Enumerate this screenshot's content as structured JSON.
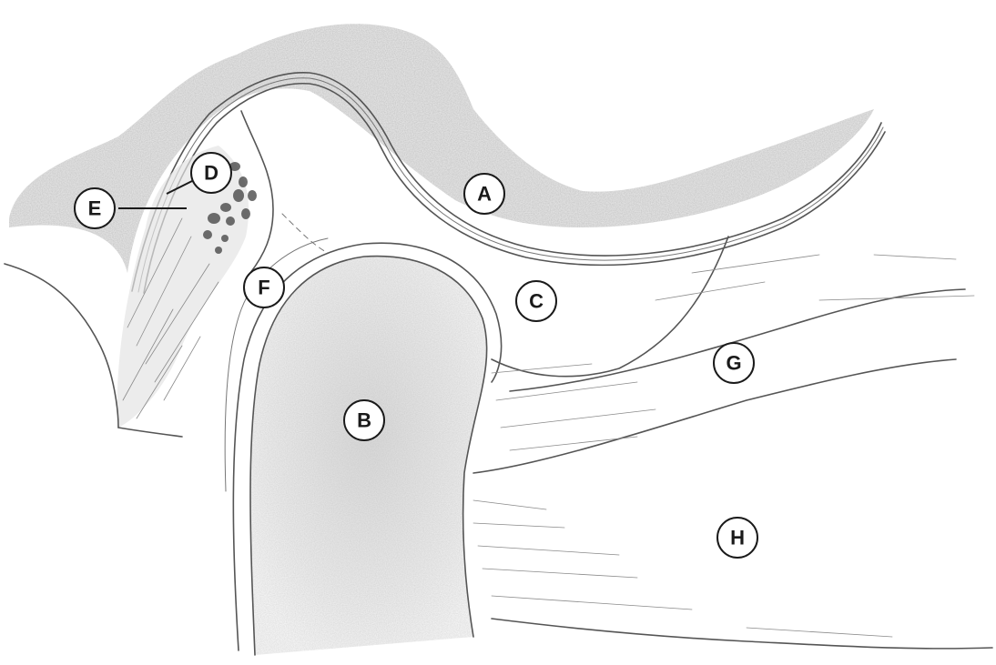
{
  "labels": [
    {
      "id": "A",
      "text": "A"
    },
    {
      "id": "B",
      "text": "B"
    },
    {
      "id": "C",
      "text": "C"
    },
    {
      "id": "D",
      "text": "D"
    },
    {
      "id": "E",
      "text": "E"
    },
    {
      "id": "F",
      "text": "F"
    },
    {
      "id": "G",
      "text": "G"
    },
    {
      "id": "H",
      "text": "H"
    }
  ],
  "colors": {
    "ink": "#1a1a1a",
    "pencil": "#555555",
    "shading": "#9a9a9a",
    "paper": "#ffffff"
  }
}
